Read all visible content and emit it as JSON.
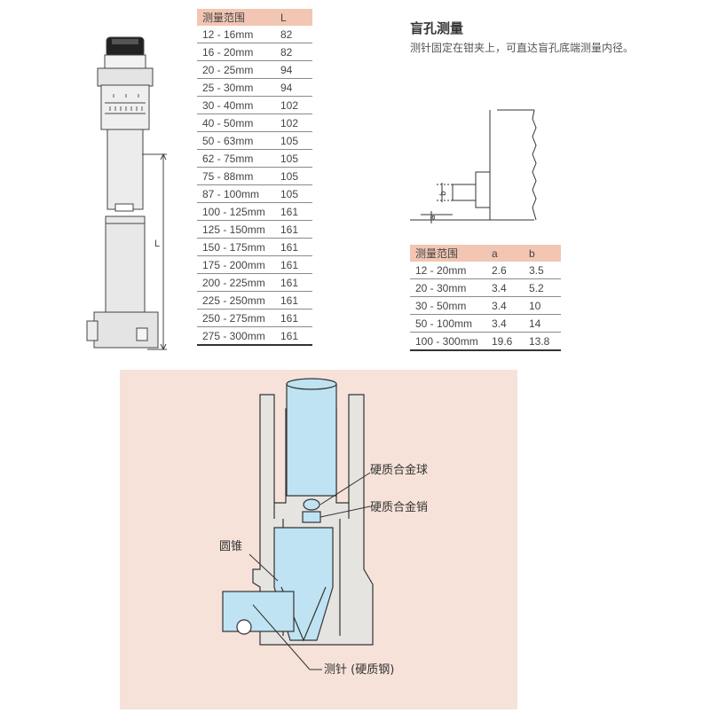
{
  "instrument": {
    "dimension_label": "L"
  },
  "range_table": {
    "headers": [
      "测量范围",
      "L"
    ],
    "rows": [
      [
        "12 - 16mm",
        "82"
      ],
      [
        "16 - 20mm",
        "82"
      ],
      [
        "20 - 25mm",
        "94"
      ],
      [
        "25 - 30mm",
        "94"
      ],
      [
        "30 - 40mm",
        "102"
      ],
      [
        "40 - 50mm",
        "102"
      ],
      [
        "50 - 63mm",
        "105"
      ],
      [
        "62 - 75mm",
        "105"
      ],
      [
        "75 - 88mm",
        "105"
      ],
      [
        "87 - 100mm",
        "105"
      ],
      [
        "100 - 125mm",
        "161"
      ],
      [
        "125 - 150mm",
        "161"
      ],
      [
        "150 - 175mm",
        "161"
      ],
      [
        "175 - 200mm",
        "161"
      ],
      [
        "200 - 225mm",
        "161"
      ],
      [
        "225 - 250mm",
        "161"
      ],
      [
        "250 - 275mm",
        "161"
      ],
      [
        "275 - 300mm",
        "161"
      ]
    ]
  },
  "blind_hole": {
    "title": "盲孔测量",
    "description": "测针固定在钳夹上，可直达盲孔底端测量内径。",
    "label_a": "a",
    "label_b": "b"
  },
  "ab_table": {
    "headers": [
      "测量范围",
      "a",
      "b"
    ],
    "rows": [
      [
        "12 - 20mm",
        "2.6",
        "3.5"
      ],
      [
        "20 - 30mm",
        "3.4",
        "5.2"
      ],
      [
        "30 - 50mm",
        "3.4",
        "10"
      ],
      [
        "50 - 100mm",
        "3.4",
        "14"
      ],
      [
        "100 - 300mm",
        "19.6",
        "13.8"
      ]
    ]
  },
  "section": {
    "callout_ball": "硬质合金球",
    "callout_pin": "硬质合金销",
    "callout_cone": "圆锥",
    "callout_probe": "测针 (硬质钢)"
  },
  "colors": {
    "header_fill": "#f2c6b3",
    "panel_bg": "#f6e2d9",
    "part_blue": "#bfe3f2",
    "body_gray": "#e6e4e1",
    "line": "#333333"
  }
}
